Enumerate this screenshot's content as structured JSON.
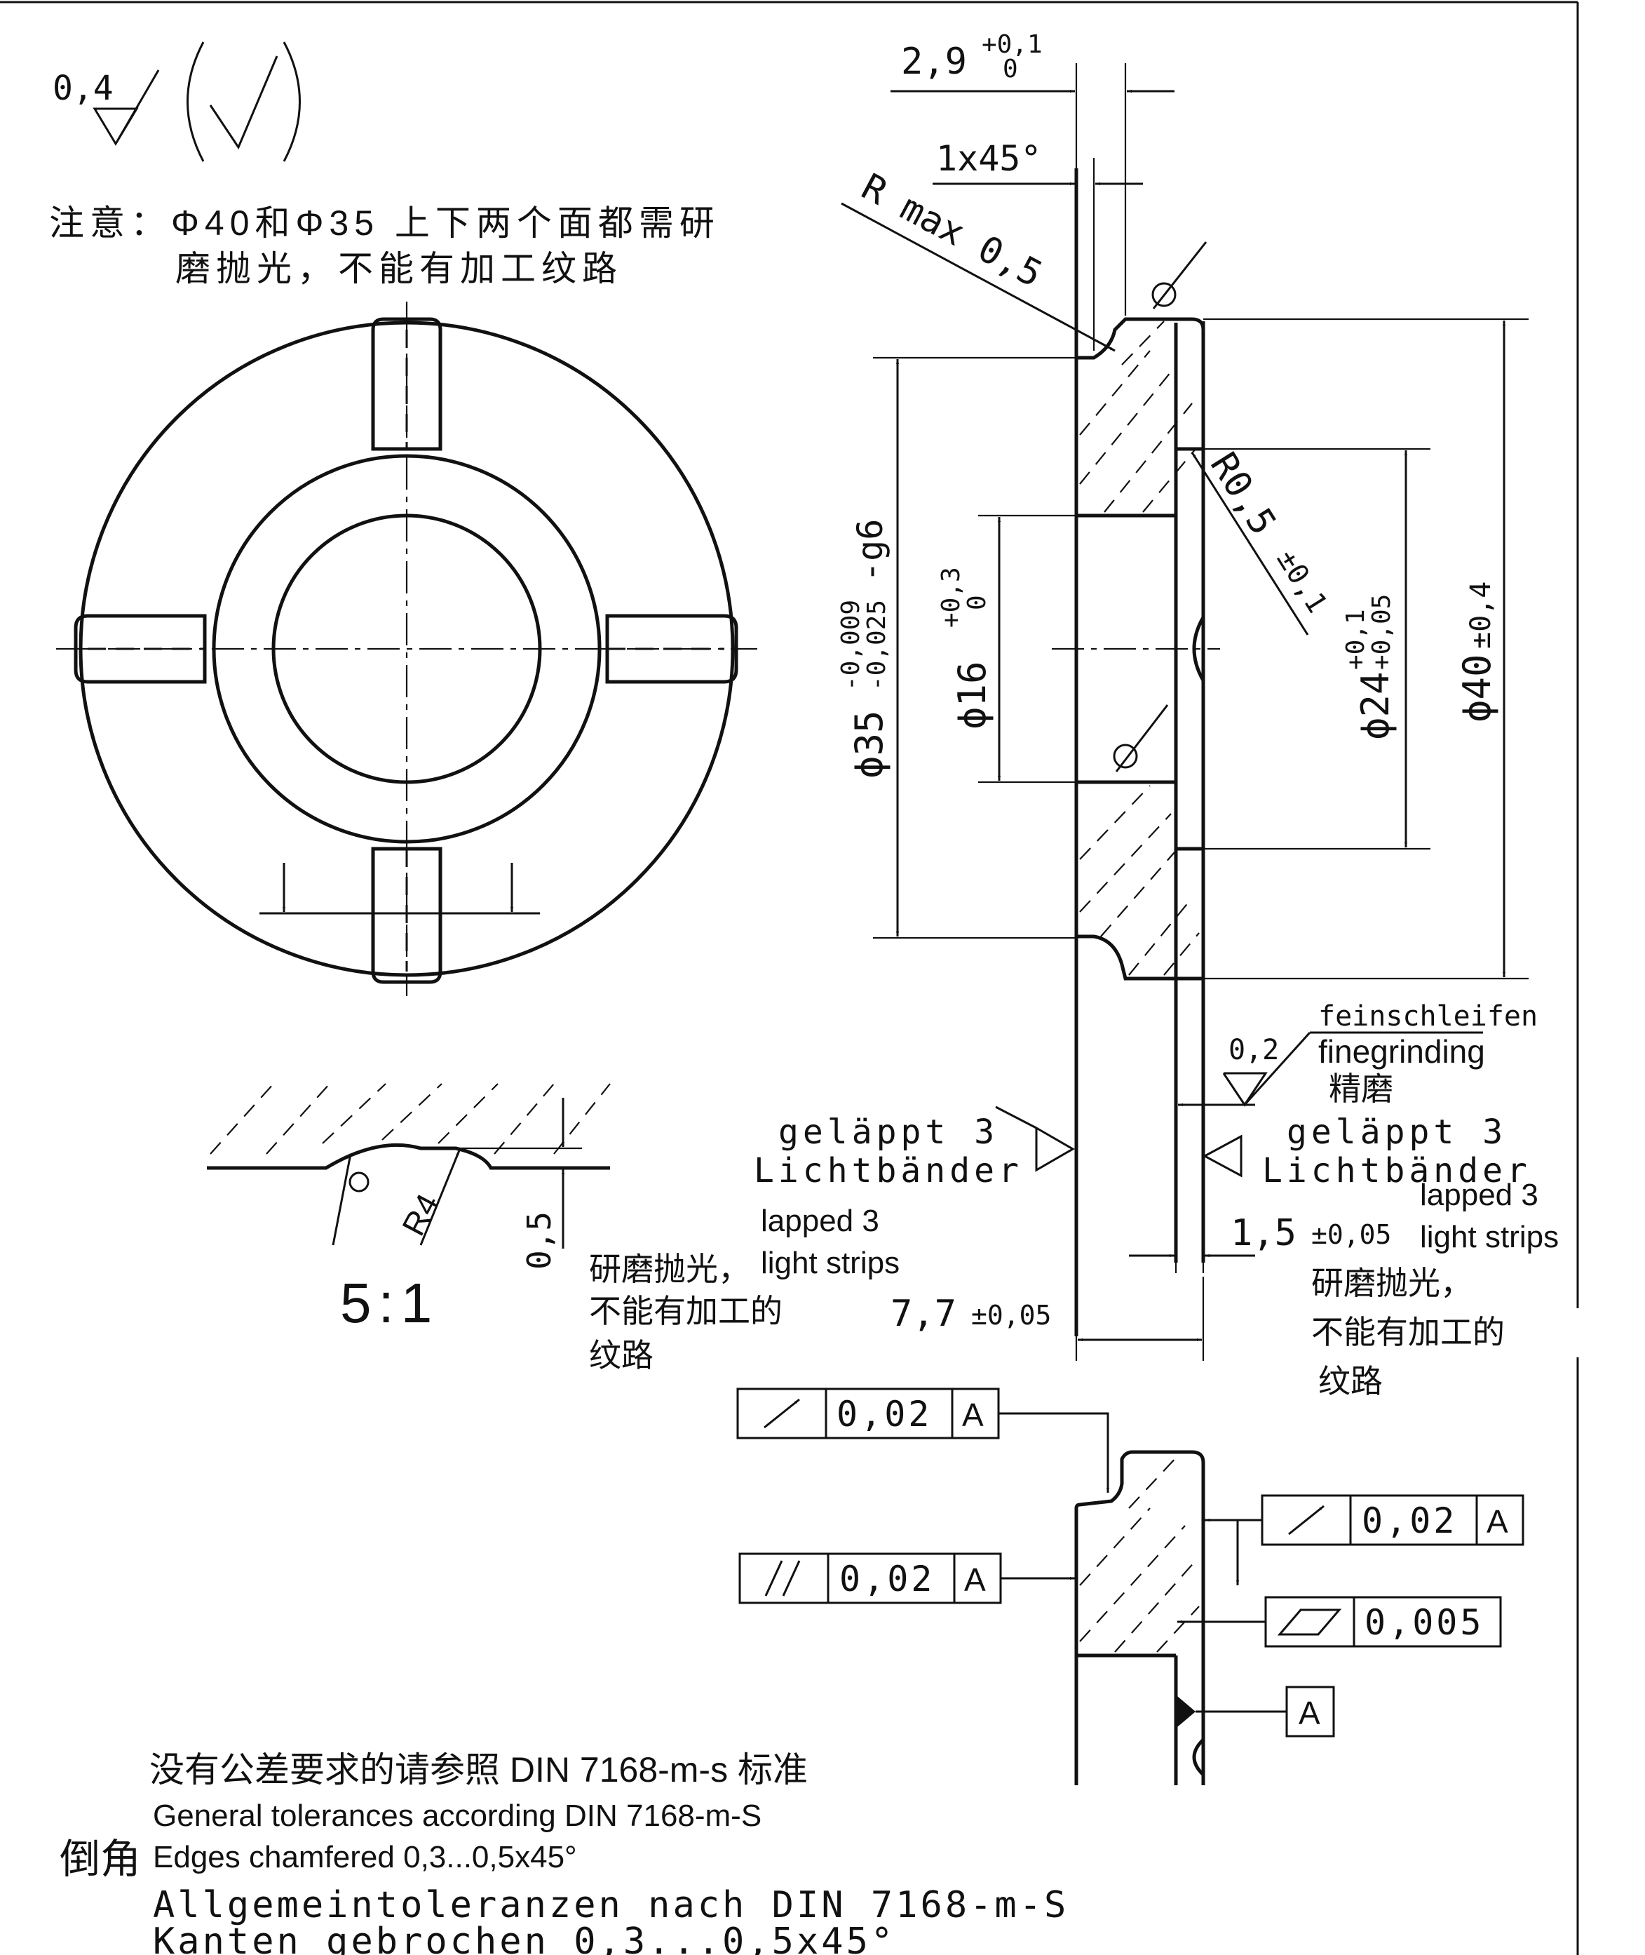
{
  "notes": {
    "surface_symbol_value": "0,4",
    "cn_note_line1": "注意：Φ40和Φ35 上下两个面都需研",
    "cn_note_line2": "磨抛光，不能有加工纹路",
    "detail_scale": "5:1",
    "detail_radius": "R4",
    "detail_depth": "0,5",
    "cn_general_tol": "没有公差要求的请参照 DIN 7168-m-s 标准",
    "en_general_tol": "General tolerances according DIN 7168-m-S",
    "cn_chamfer": "倒角",
    "en_chamfer": "Edges chamfered 0,3...0,5x45°",
    "de_general_tol": "Allgemeintoleranzen nach DIN 7168-m-S",
    "de_chamfer": "Kanten gebrochen 0,3...0,5x45°"
  },
  "dimensions": {
    "width_top_base": "2,9",
    "width_top_upper": "+0,1",
    "width_top_lower": "0",
    "chamfer": "1x45°",
    "rmax": "R max 0,5",
    "r05_base": "R0,5",
    "r05_tol": "±0,1",
    "d35": "ϕ35",
    "d35_upper": "-0,009",
    "d35_lower": "-0,025",
    "d35_fit": "-g6",
    "d16": "ϕ16",
    "d16_upper": "+0,3",
    "d16_lower": "0",
    "d24": "ϕ24",
    "d24_upper": "+0,1",
    "d24_lower": "+0,05",
    "d40": "ϕ40",
    "d40_tol": "±0,4",
    "t15_base": "1,5",
    "t15_tol": "±0,05",
    "t77_base": "7,7",
    "t77_tol": "±0,05"
  },
  "finish": {
    "de_feinschleifen": "feinschleifen",
    "en_finegrinding": "finegrinding",
    "cn_finegrinding": "精磨",
    "fine_value": "0,2",
    "left_de_1": "geläppt 3",
    "left_de_2": "Lichtbänder",
    "left_en_1": "lapped 3",
    "left_en_2": "light strips",
    "left_cn_1": "研磨抛光，",
    "left_cn_2": "不能有加工的",
    "left_cn_3": "纹路",
    "right_de_1": "geläppt 3",
    "right_de_2": "Lichtbänder",
    "right_en_1": "lapped 3",
    "right_en_2": "light strips",
    "right_cn_1": "研磨抛光，",
    "right_cn_2": "不能有加工的",
    "right_cn_3": "纹路"
  },
  "gdt": {
    "frame1_value": "0,02",
    "frame1_datum": "A",
    "frame2_value": "0,02",
    "frame2_datum": "A",
    "frame3_value": "0,02",
    "frame3_datum": "A",
    "frame4_value": "0,005",
    "datum_label": "A"
  }
}
